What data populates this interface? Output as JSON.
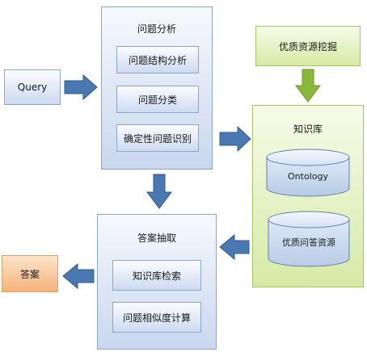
{
  "query": "Query",
  "analysis": {
    "title": "问题分析",
    "items": [
      "问题结构分析",
      "问题分类",
      "确定性问题识别"
    ]
  },
  "mining": "优质资源挖掘",
  "kb": {
    "title": "知识库",
    "cylinders": [
      "Ontology",
      "优质问答资源"
    ]
  },
  "extraction": {
    "title": "答案抽取",
    "items": [
      "知识库检索",
      "问题相似度计算"
    ]
  },
  "answer": "答案",
  "colors": {
    "arrow_blue": "#4a78b0",
    "arrow_green": "#8ab83a"
  }
}
